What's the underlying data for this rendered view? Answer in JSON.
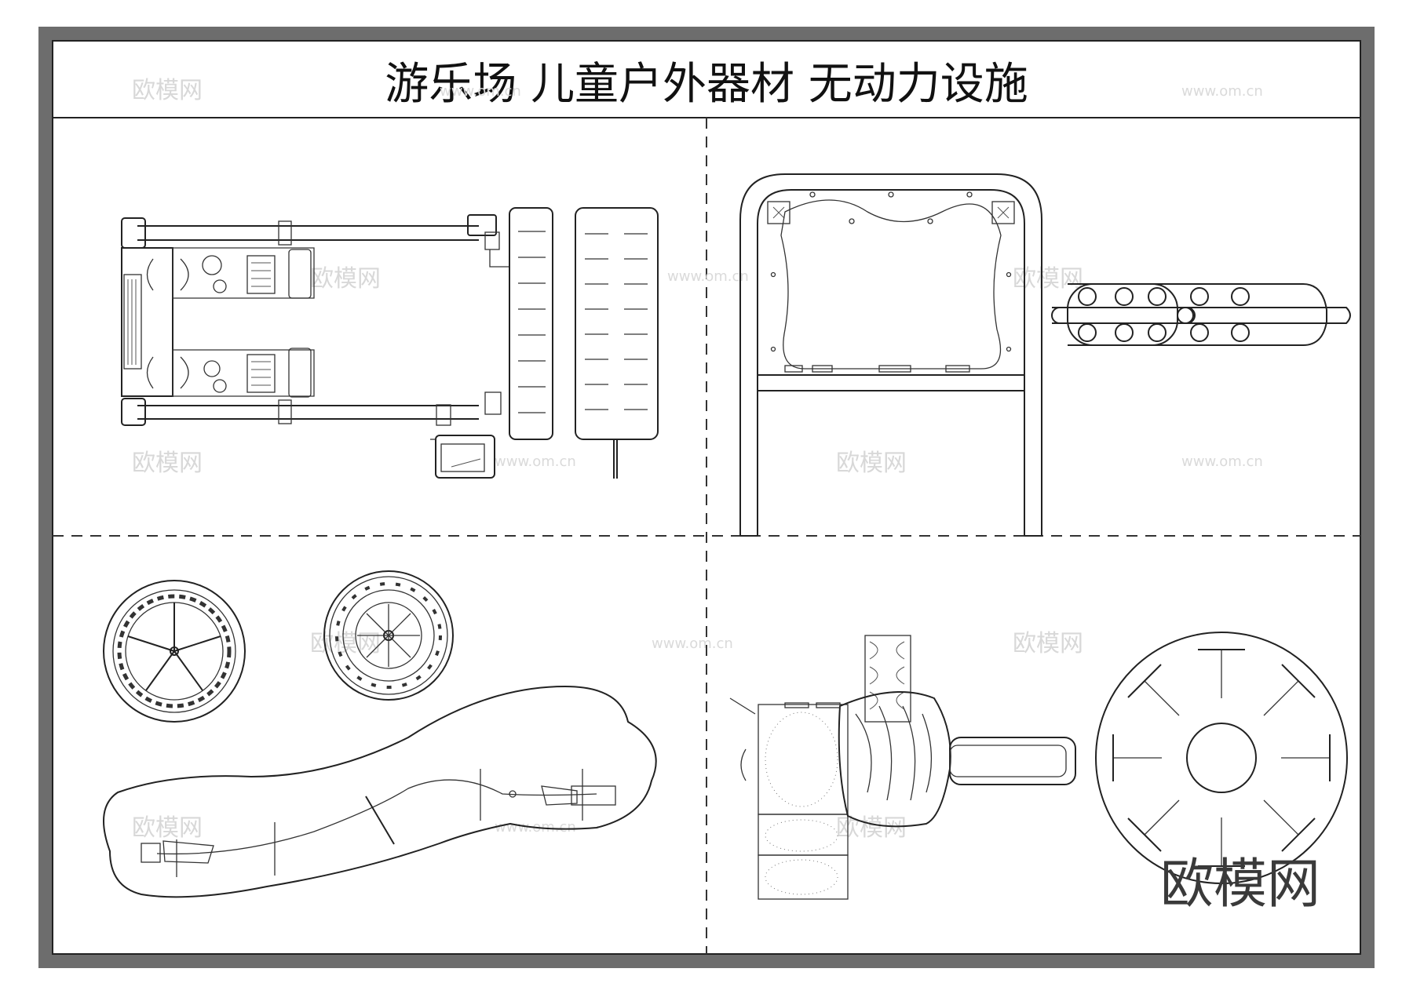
{
  "title": "游乐场  儿童户外器材  无动力设施",
  "watermark": {
    "brand": "欧模网",
    "url": "www.om.cn"
  },
  "corner_brand": "欧模网"
}
